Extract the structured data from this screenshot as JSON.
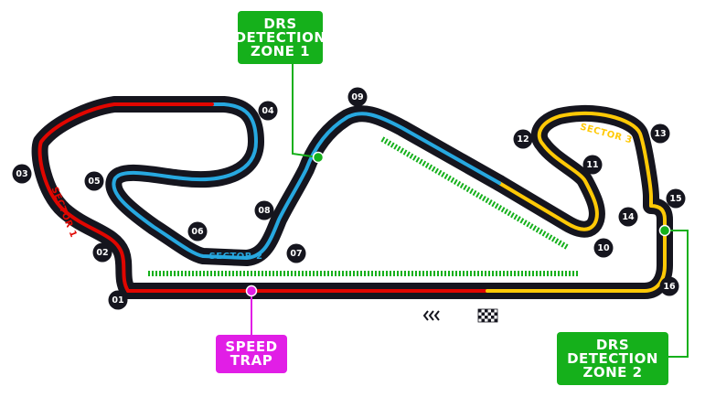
{
  "colors": {
    "track": "#15151e",
    "sector1": "#e10600",
    "sector2": "#27a8e0",
    "sector3": "#ffc906",
    "drs": "#15b01b",
    "speed_trap": "#e11ee6"
  },
  "drs_zones": [
    {
      "id": "drs-zone-1",
      "lines": [
        "DRS",
        "DETECTION",
        "ZONE 1"
      ]
    },
    {
      "id": "drs-zone-2",
      "lines": [
        "DRS",
        "DETECTION",
        "ZONE 2"
      ]
    }
  ],
  "speed_trap": {
    "lines": [
      "SPEED",
      "TRAP"
    ]
  },
  "sectors": [
    "SECTOR 1",
    "SECTOR 2",
    "SECTOR 3"
  ],
  "turns": [
    "01",
    "02",
    "03",
    "04",
    "05",
    "06",
    "07",
    "08",
    "09",
    "10",
    "11",
    "12",
    "13",
    "14",
    "15",
    "16"
  ],
  "icons": {
    "direction": "chevrons-left-icon",
    "finish": "checkered-flag-icon"
  }
}
